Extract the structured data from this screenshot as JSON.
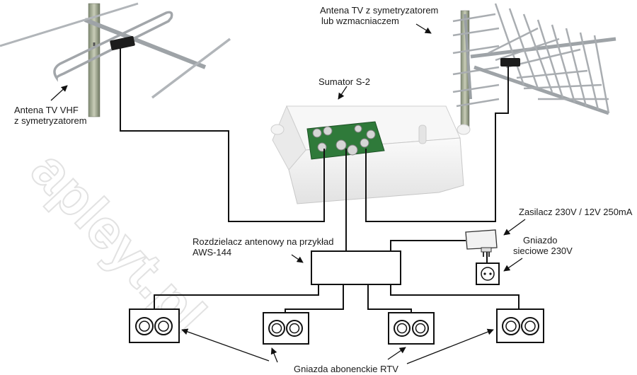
{
  "labels": {
    "vhf_antenna": [
      "Antena TV VHF",
      "z symetryzatorem"
    ],
    "uhf_antenna": [
      "Antena TV z symetryzatorem",
      "lub wzmacniaczem"
    ],
    "combiner": "Sumator S-2",
    "power_supply": "Zasilacz 230V / 12V 250mA",
    "power_socket": [
      "Gniazdo",
      "sieciowe 230V"
    ],
    "splitter": [
      "Rozdzielacz antenowy na przykład",
      "AWS-144"
    ],
    "subscriber_sockets": "Gniazda abonenckie RTV"
  },
  "watermark": "apleyt.pl",
  "colors": {
    "wire": "#111111",
    "metal": "#a9adb1",
    "enclosure": "#f1f1f1",
    "pcb": "#2f7a3a",
    "watermark": "#e4e4e4"
  },
  "subscriber_socket_count": 4
}
